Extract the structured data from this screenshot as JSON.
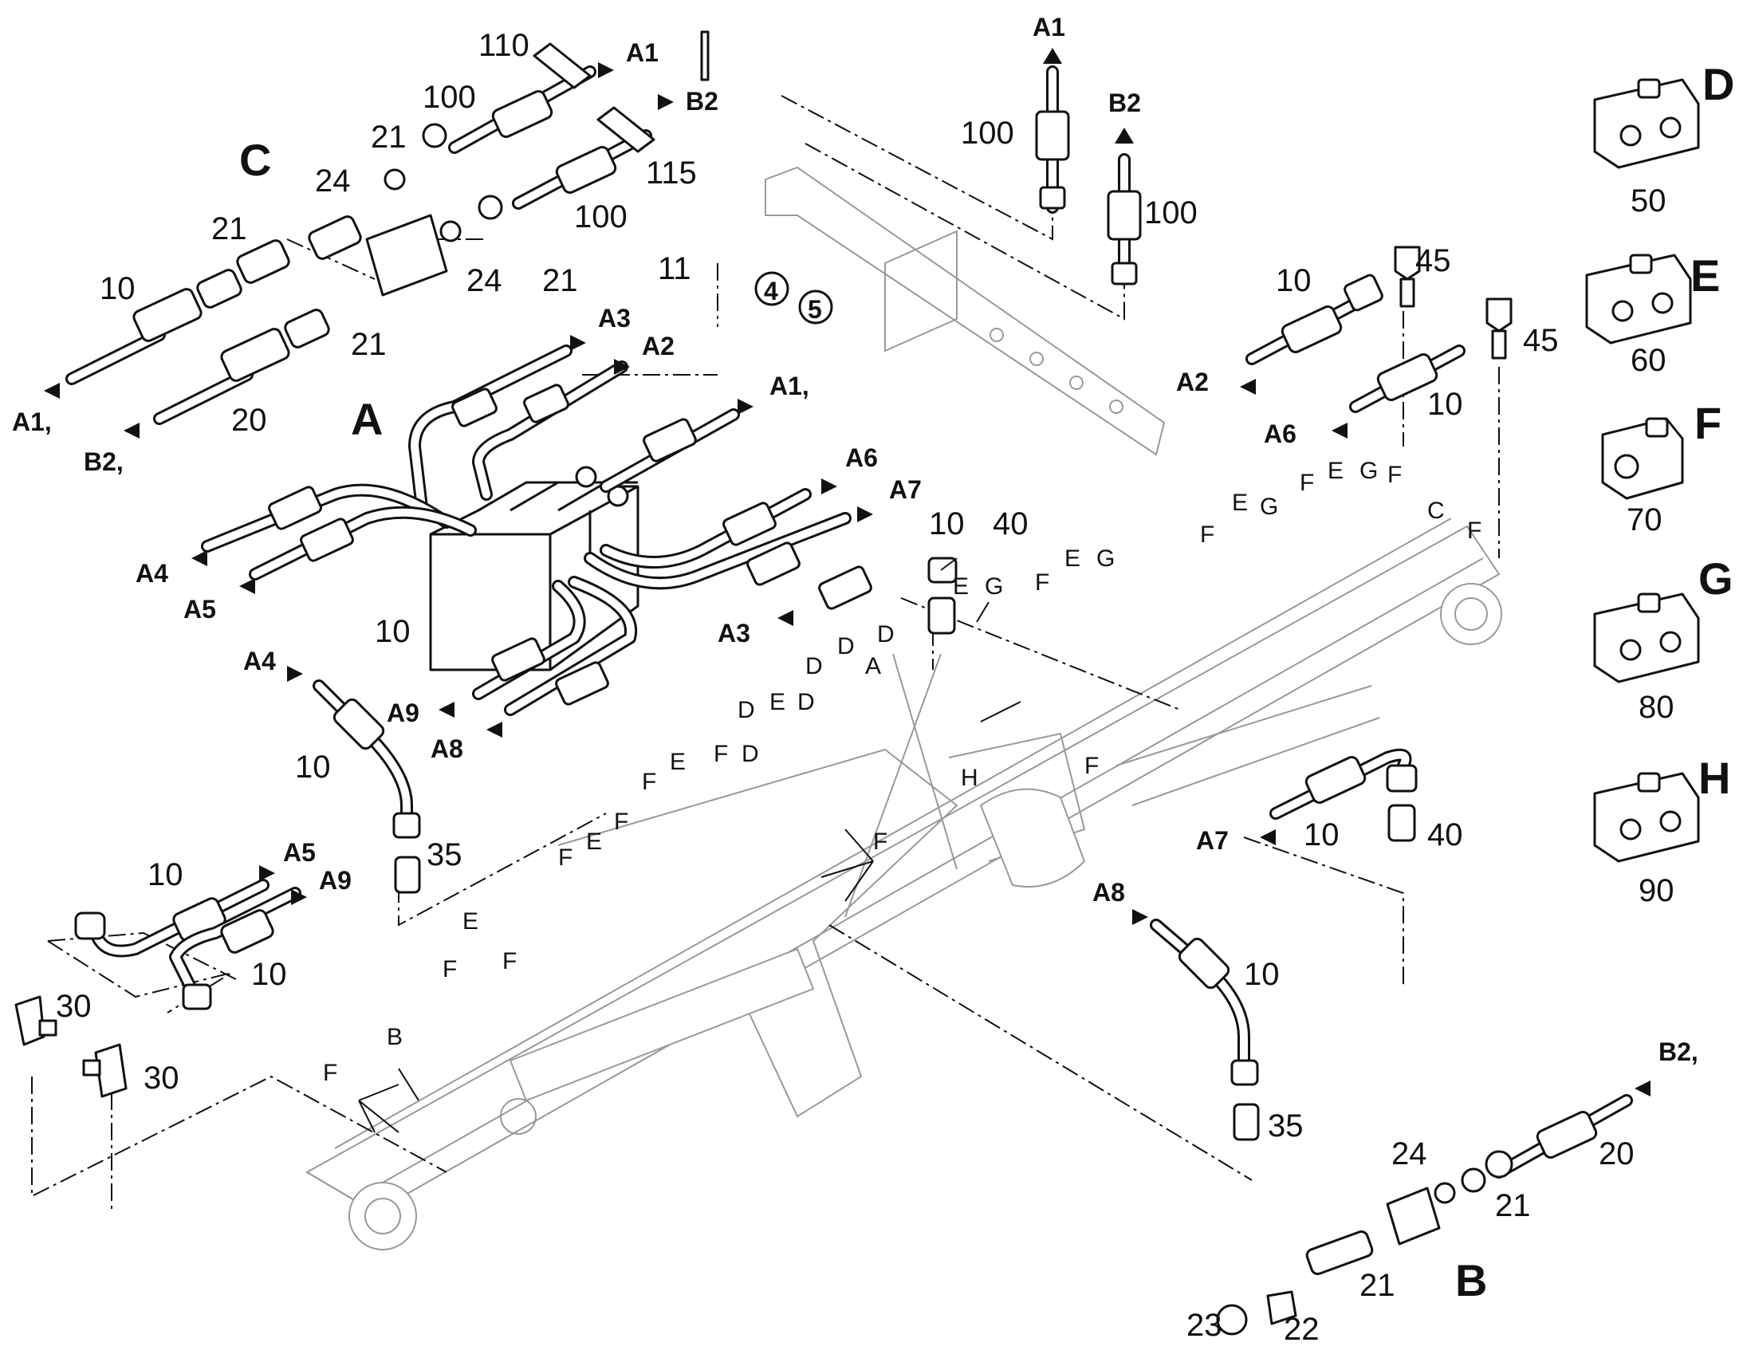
{
  "sections": {
    "A": "A",
    "B": "B",
    "C": "C",
    "D": "D",
    "E": "E",
    "F": "F",
    "G": "G",
    "H": "H"
  },
  "clamp_parts": {
    "D": "50",
    "E": "60",
    "F": "70",
    "G": "80",
    "H": "90"
  },
  "part_numbers": {
    "p10": "10",
    "p11": "11",
    "p20": "20",
    "p21": "21",
    "p22": "22",
    "p23": "23",
    "p24": "24",
    "p30": "30",
    "p35": "35",
    "p40": "40",
    "p45": "45",
    "p100": "100",
    "p110": "110",
    "p115": "115",
    "p4": "4",
    "p5": "5"
  },
  "port_labels": {
    "A1": "A1",
    "A1c": "A1,",
    "A2": "A2",
    "A3": "A3",
    "A4": "A4",
    "A5": "A5",
    "A6": "A6",
    "A7": "A7",
    "A8": "A8",
    "A9": "A9",
    "B2": "B2",
    "B2c": "B2,"
  },
  "colors": {
    "ink": "#111111",
    "ghost": "#999999",
    "background": "#ffffff"
  }
}
